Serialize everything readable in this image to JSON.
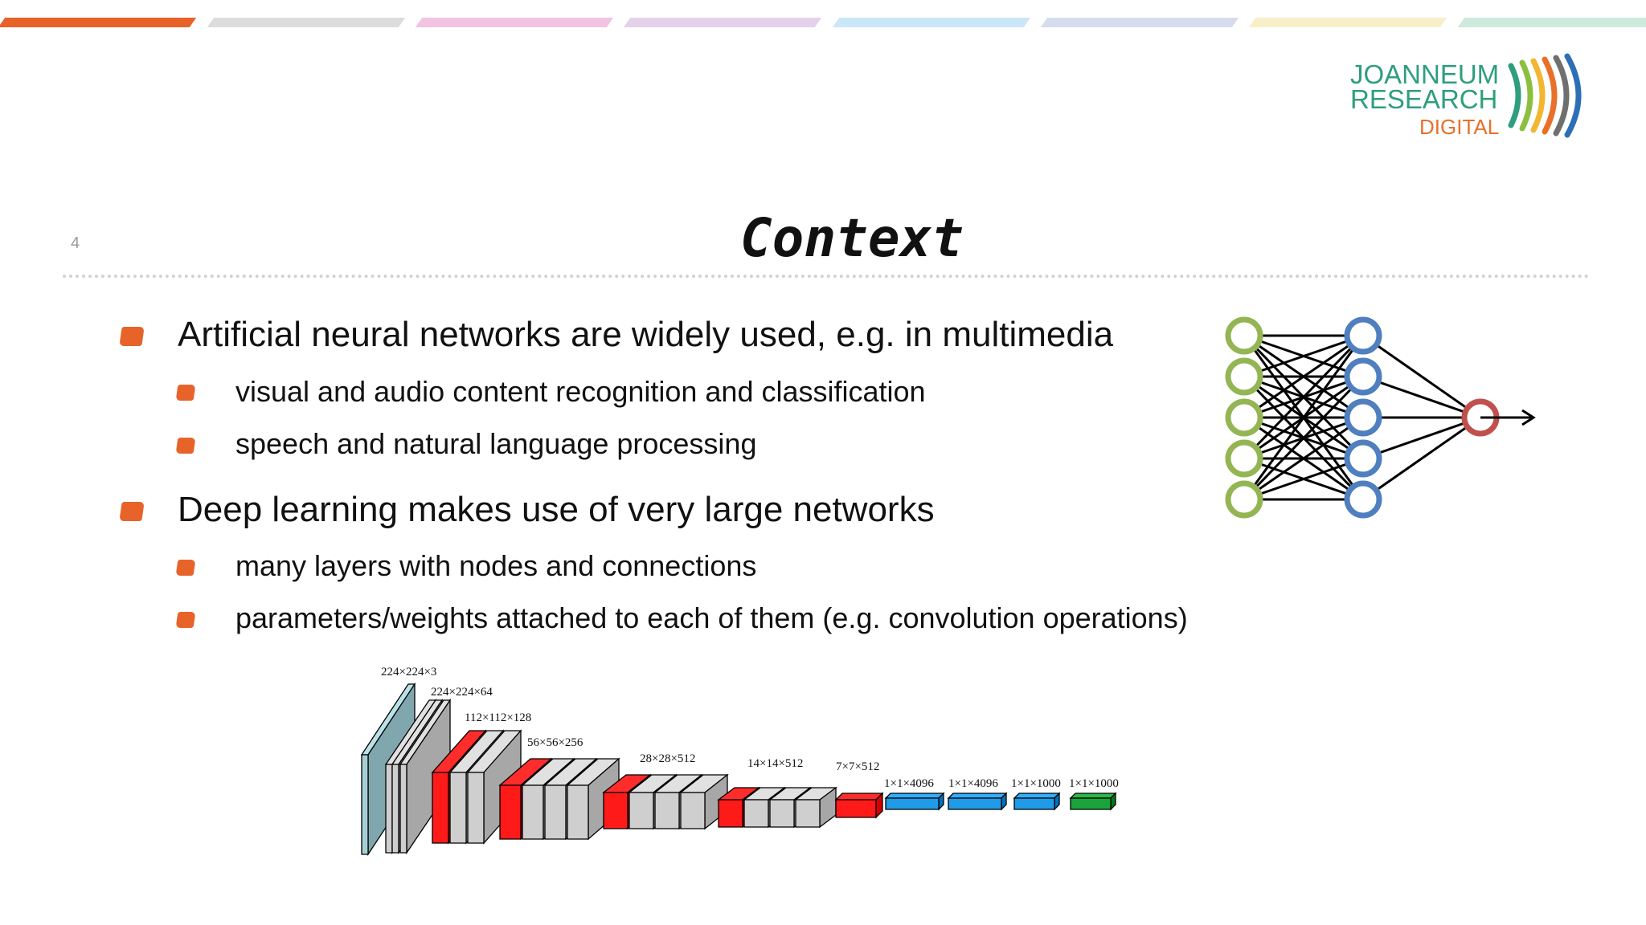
{
  "slide": {
    "number": "4",
    "title": "Context",
    "accent_color": "#e8632a"
  },
  "topbar_colors": [
    "#e8632a",
    "#dcdcdc",
    "#f3c3e2",
    "#e4d2ea",
    "#c9e7f6",
    "#d4dced",
    "#f7efc8",
    "#cdeadc"
  ],
  "logo": {
    "line1": "JOANNEUM",
    "line2": "RESEARCH",
    "line3": "DIGITAL",
    "colors": {
      "text": "#2f9e7c",
      "digital": "#e8702a"
    }
  },
  "bullets": [
    {
      "text": "Artificial neural networks are widely used, e.g. in multimedia",
      "children": [
        {
          "text": "visual and audio content recognition and classification"
        },
        {
          "text": "speech and natural language processing"
        }
      ]
    },
    {
      "text": "Deep learning makes use of very large networks",
      "children": [
        {
          "text": "many layers with nodes and connections"
        },
        {
          "text": "parameters/weights attached to each of them (e.g. convolution operations)"
        }
      ]
    }
  ],
  "neural_net_figure": {
    "input_nodes": 5,
    "hidden_nodes": 5,
    "output_nodes": 1,
    "colors": {
      "input": "#93b553",
      "hidden": "#4f7fbe",
      "output": "#c0504d"
    }
  },
  "cnn_figure": {
    "layer_labels": [
      "224×224×3",
      "224×224×64",
      "112×112×128",
      "56×56×256",
      "28×28×512",
      "14×14×512",
      "7×7×512",
      "1×1×4096",
      "1×1×4096",
      "1×1×1000",
      "1×1×1000"
    ],
    "colors": {
      "conv": "#cfcfcf",
      "pool": "#ff1a1a",
      "fc": "#1f9be8",
      "softmax": "#1aa33a",
      "input": "#a9cfd6"
    }
  }
}
